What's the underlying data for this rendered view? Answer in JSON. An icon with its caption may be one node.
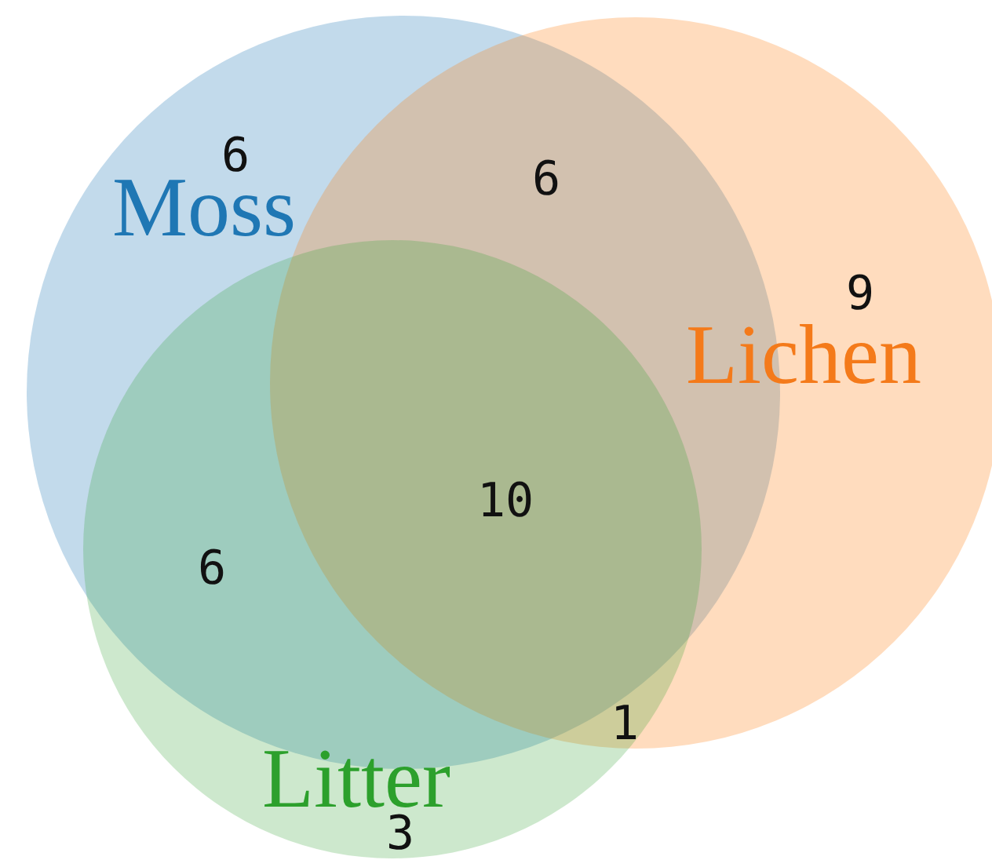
{
  "diagram": {
    "nodes": [
      {
        "text": [
          "Moss"
        ]
      },
      {
        "text": [
          "Lichen"
        ]
      },
      {
        "text": [
          "Litter"
        ]
      }
    ],
    "labels": [
      "6",
      "6",
      "9",
      "10",
      "6",
      "1",
      "3"
    ]
  }
}
